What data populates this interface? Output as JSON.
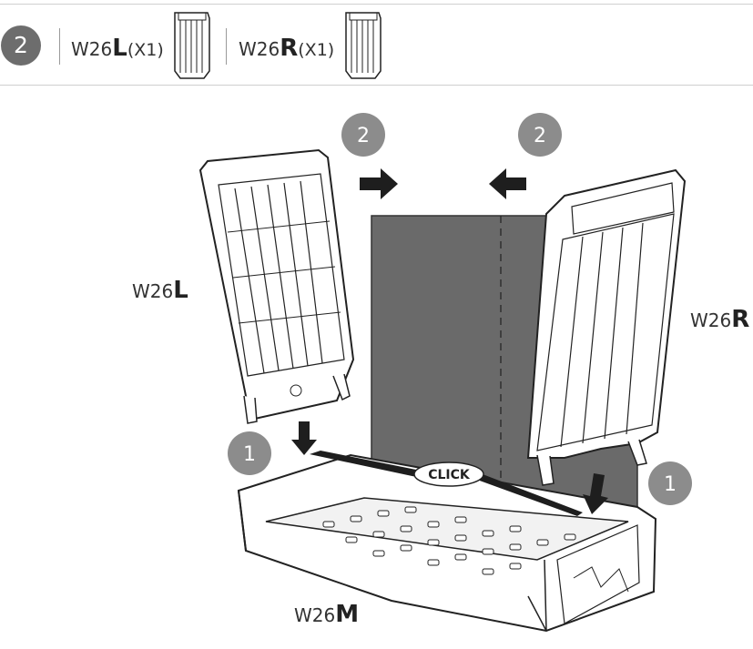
{
  "header": {
    "step_number": "2",
    "part_left": {
      "prefix": "W26",
      "letter": "L",
      "qty": "(X1)"
    },
    "part_right": {
      "prefix": "W26",
      "letter": "R",
      "qty": "(X1)"
    }
  },
  "diagram": {
    "label_left": {
      "prefix": "W26",
      "letter": "L"
    },
    "label_right": {
      "prefix": "W26",
      "letter": "R"
    },
    "label_base": {
      "prefix": "W26",
      "letter": "M"
    },
    "step_badge_top_left": "2",
    "step_badge_top_right": "2",
    "step_badge_bottom_left": "1",
    "step_badge_bottom_right": "1",
    "click_label": "CLICK"
  },
  "colors": {
    "badge": "#8c8c8c",
    "panel": "#6a6a6a",
    "arrow": "#1e1e1e"
  }
}
